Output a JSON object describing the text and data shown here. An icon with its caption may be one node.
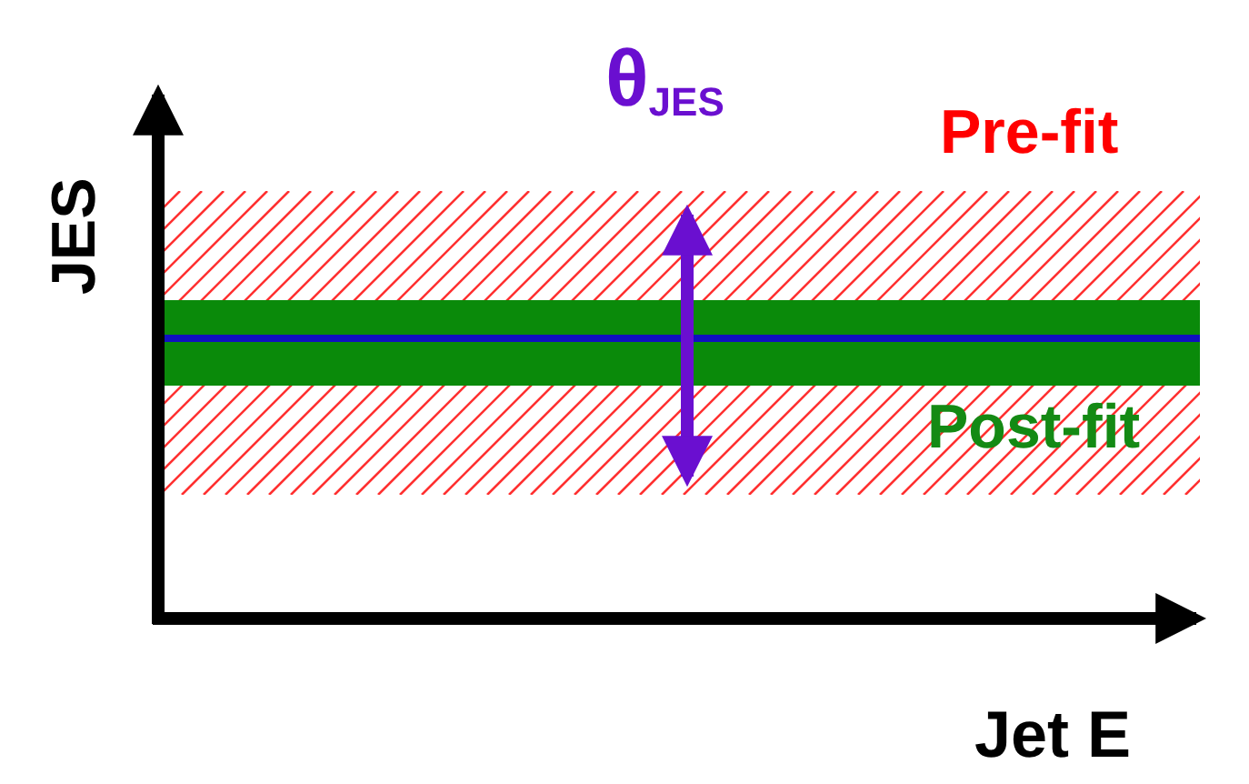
{
  "diagram": {
    "labels": [
      "θ$_{JES}$",
      "Pre-fit",
      "JES",
      "Post-fit",
      "Jet E"
    ]
  }
}
